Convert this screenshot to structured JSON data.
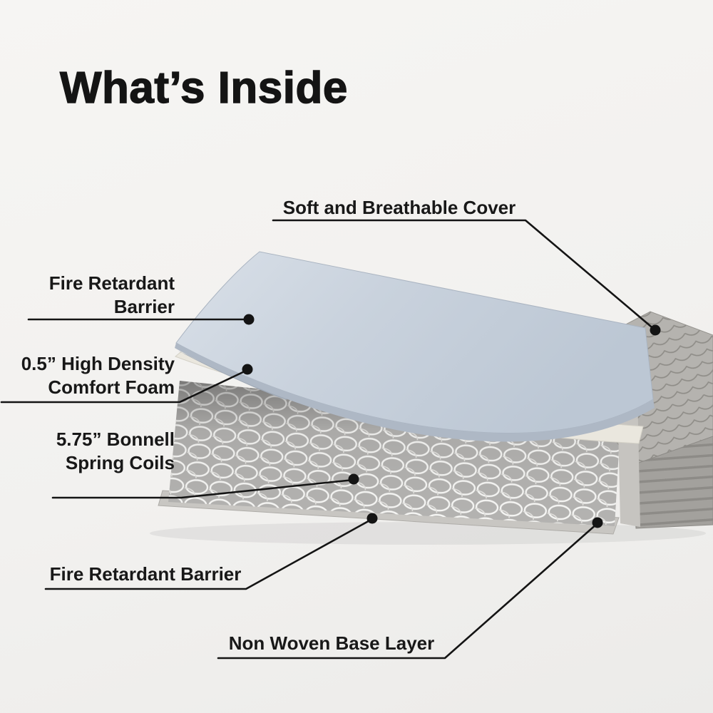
{
  "title": "What’s Inside",
  "callouts": {
    "cover": {
      "label": "Soft and Breathable Cover"
    },
    "fire_top": {
      "line1": "Fire Retardant",
      "line2": "Barrier"
    },
    "foam": {
      "line1": "0.5” High Density",
      "line2": "Comfort Foam"
    },
    "coils": {
      "line1": "5.75” Bonnell",
      "line2": "Spring Coils"
    },
    "fire_bottom": {
      "label": "Fire Retardant Barrier"
    },
    "base": {
      "label": "Non Woven Base Layer"
    }
  },
  "colors": {
    "background": "#f4f3f1",
    "text": "#141414",
    "callout_line": "#141414",
    "cover_sheet": "#c9d2dd",
    "cover_sheet_edge": "#9fa9b6",
    "foam_layer": "#eae7de",
    "coil_block": "#b4b3b1",
    "coil_wire": "#f7f7f5",
    "quilt_top": "#b5b3af",
    "mattress_side": "#a3a19d",
    "base_sheet": "#c8c6c2"
  }
}
